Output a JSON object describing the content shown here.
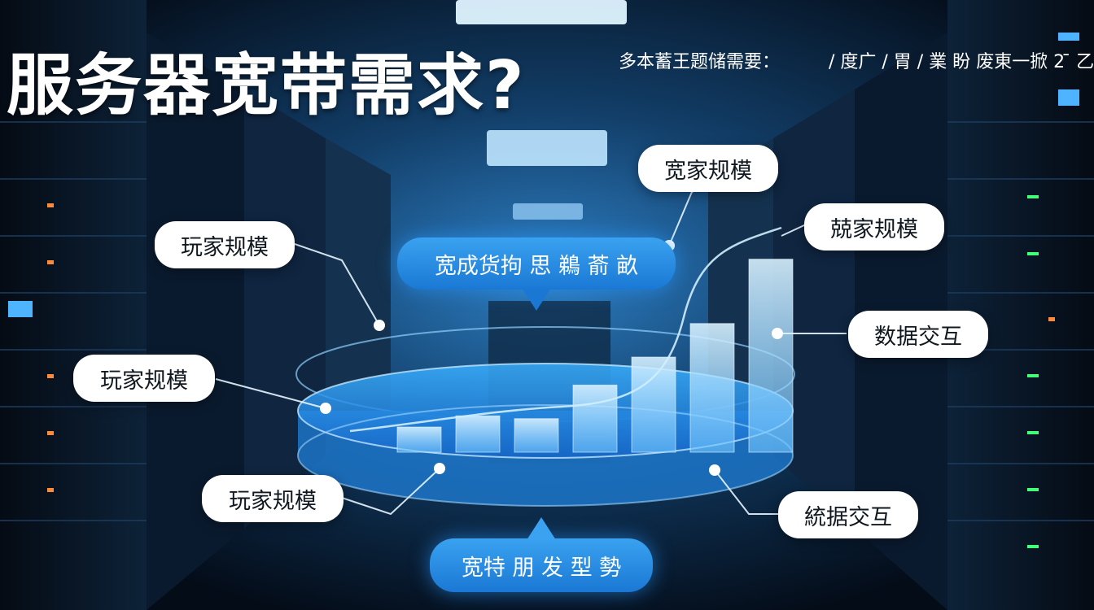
{
  "title": "服务器宽带需求?",
  "subtitle_left": "多本蓄王题储需要：",
  "subtitle_right": "/  度广 / 胃 / 業 盼 废東一掀 2 ̄ 乙",
  "top_bubble": "宽成货拘 思 鵜 萮 畝",
  "bottom_bubble": "宽特 朋 发 型 勢",
  "callouts": {
    "top_center": "宽家规模",
    "top_right": "兢家规模",
    "left_upper": "玩家规模",
    "left_middle": "玩家规模",
    "left_lower": "玩家规模",
    "right_middle": "数据交互",
    "right_lower": "統据交互"
  },
  "chart_data": {
    "type": "bar",
    "values": [
      18,
      26,
      24,
      48,
      68,
      92,
      138
    ],
    "trend_line": true
  },
  "colors": {
    "accent": "#2d8fe6",
    "background": "#061426",
    "bar": "#aee0ff"
  }
}
